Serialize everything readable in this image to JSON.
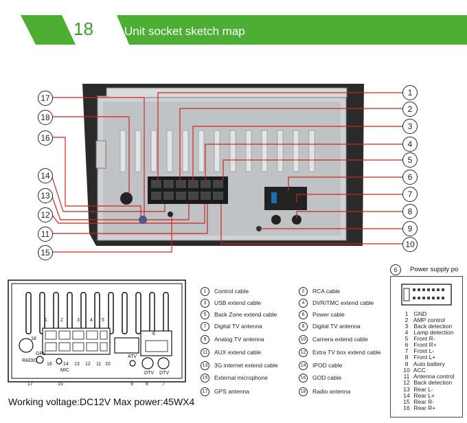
{
  "header": {
    "number": "18",
    "title": "Unit socket sketch map"
  },
  "callouts": [
    "1",
    "2",
    "3",
    "4",
    "5",
    "6",
    "7",
    "8",
    "9",
    "10",
    "11",
    "12",
    "13",
    "14",
    "15",
    "16",
    "17",
    "18"
  ],
  "legend": [
    {
      "n": "1",
      "label": "Control cable"
    },
    {
      "n": "2",
      "label": "RCA cable"
    },
    {
      "n": "3",
      "label": "USB extend cable"
    },
    {
      "n": "4",
      "label": "DVR/TMC extend cable"
    },
    {
      "n": "5",
      "label": "Back Zone extend cable"
    },
    {
      "n": "6",
      "label": "Power cable"
    },
    {
      "n": "7",
      "label": "Digital TV antenna"
    },
    {
      "n": "8",
      "label": "Digital TV antenna"
    },
    {
      "n": "9",
      "label": "Analog TV antenna"
    },
    {
      "n": "10",
      "label": "Camera extend cable"
    },
    {
      "n": "11",
      "label": "AUX extend cable"
    },
    {
      "n": "12",
      "label": "Extra TV box extend cable"
    },
    {
      "n": "13",
      "label": "3G internet extend cable"
    },
    {
      "n": "14",
      "label": "IPOD cable"
    },
    {
      "n": "15",
      "label": "External microphone"
    },
    {
      "n": "16",
      "label": "GOD cable"
    },
    {
      "n": "17",
      "label": "GPS antenna"
    },
    {
      "n": "18",
      "label": "Radio antenna"
    }
  ],
  "power_supply": {
    "number": "6",
    "title": "Power supply po",
    "pins": [
      {
        "n": "1",
        "label": "GND"
      },
      {
        "n": "2",
        "label": "AMP control"
      },
      {
        "n": "3",
        "label": "Back detection"
      },
      {
        "n": "4",
        "label": "Lamp detection"
      },
      {
        "n": "5",
        "label": "Front R-"
      },
      {
        "n": "6",
        "label": "Front R+"
      },
      {
        "n": "7",
        "label": "Front L-"
      },
      {
        "n": "8",
        "label": "Front L+"
      },
      {
        "n": "9",
        "label": "Auto battery"
      },
      {
        "n": "10",
        "label": "ACC"
      },
      {
        "n": "11",
        "label": "Antenna control"
      },
      {
        "n": "12",
        "label": "Back detection"
      },
      {
        "n": "13",
        "label": "Rear L-"
      },
      {
        "n": "14",
        "label": "Rear L+"
      },
      {
        "n": "15",
        "label": "Rear R-"
      },
      {
        "n": "16",
        "label": "Rear R+"
      }
    ]
  },
  "sketch": {
    "radio": "RADIO",
    "gps": "GPS",
    "mic": "MIC",
    "atv": "ATV",
    "dtv1": "DTV",
    "dtv2": "DTV"
  },
  "footer": {
    "voltage": "Working voltage:DC12V  Max power:45WX4"
  }
}
